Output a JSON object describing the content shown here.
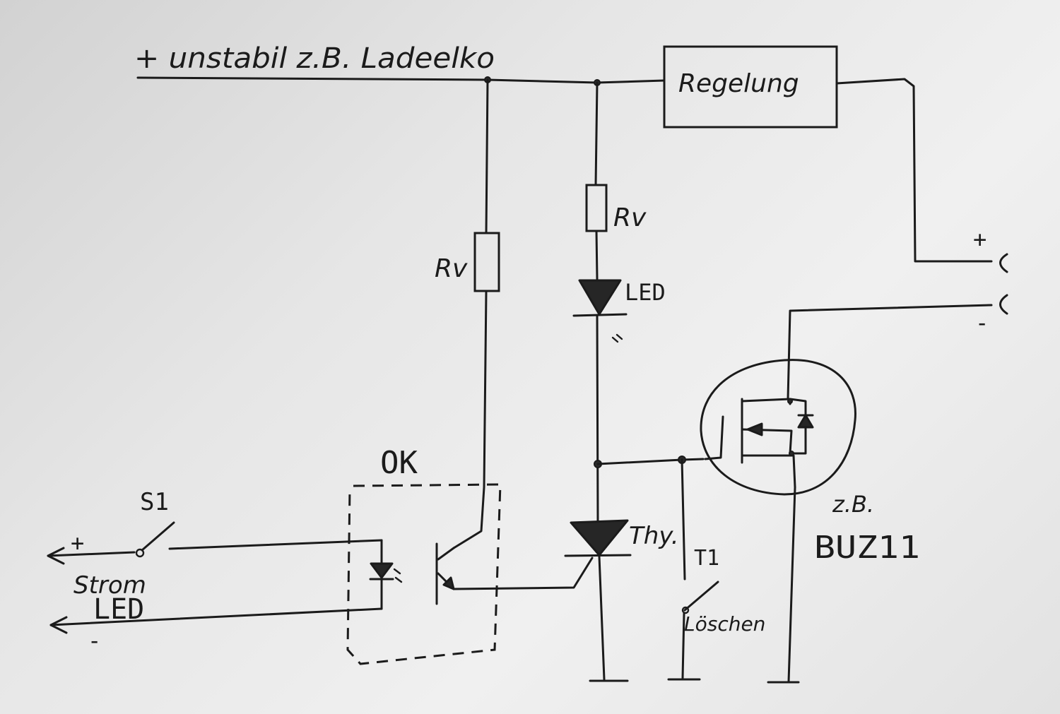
{
  "labels": {
    "supply_rail": "+ unstabil z.B. Ladeelko",
    "regulator": "Regelung",
    "rv_left": "Rv",
    "rv_right": "Rv",
    "led": "LED",
    "optocoupler": "OK",
    "s1": "S1",
    "input_plus": "+",
    "input_minus": "-",
    "input_desc_line1": "Strom",
    "input_desc_line2": "LED",
    "thyristor": "Thy.",
    "t1": "T1",
    "reset": "Löschen",
    "mosfet_note": "z.B.",
    "mosfet_part": "BUZ11",
    "output_plus": "+",
    "output_minus": "-"
  }
}
